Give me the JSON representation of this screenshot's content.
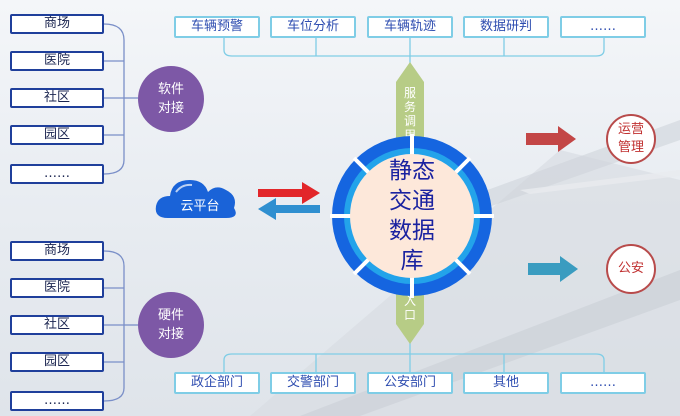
{
  "left_top_items": [
    "商场",
    "医院",
    "社区",
    "园区",
    "……"
  ],
  "left_bottom_items": [
    "商场",
    "医院",
    "社区",
    "园区",
    "……"
  ],
  "software_access": "软件对接",
  "hardware_access": "硬件对接",
  "cloud_label": "云平台",
  "top_items": [
    "车辆预警",
    "车位分析",
    "车辆轨迹",
    "数据研判",
    "……"
  ],
  "bottom_items": [
    "政企部门",
    "交警部门",
    "公安部门",
    "其他",
    "……"
  ],
  "service_call": "服务调用",
  "app_entry": "应用入口",
  "core_lines": [
    "静态",
    "交通",
    "数据",
    "库"
  ],
  "ops_mgmt": "运营管理",
  "public_security": "公安",
  "colors": {
    "box_border_dark": "#1f3f9b",
    "box_border_light": "#7fcde6",
    "purple": "#7d58a6",
    "ring_blue": "#1565e0",
    "ring_light": "#23a3ea",
    "arrow_red": "#c34646",
    "arrow_teal": "#3a9cc0",
    "green_band": "#b7cc86",
    "cloud_blue": "#1a63d8"
  }
}
